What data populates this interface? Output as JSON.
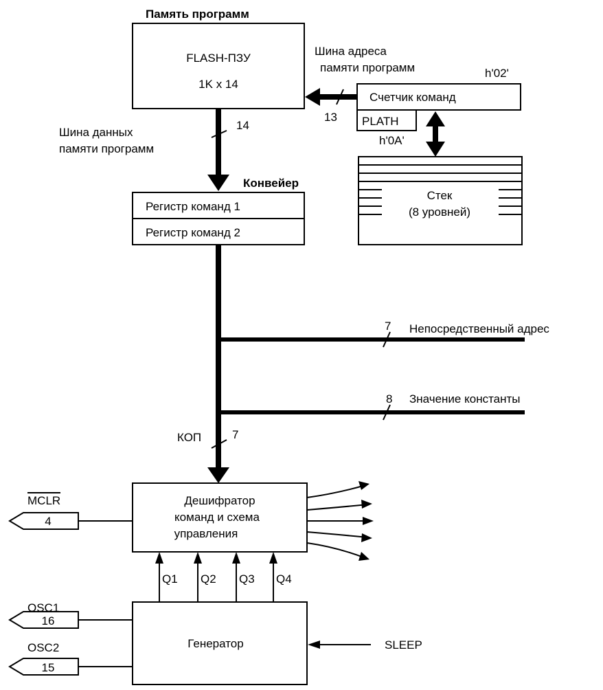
{
  "labels": {
    "program_memory_title": "Память программ",
    "flash_name": "FLASH-ПЗУ",
    "flash_size": "1K x 14",
    "addr_bus_line1": "Шина адреса",
    "addr_bus_line2": "памяти программ",
    "addr_bus_width": "13",
    "pc_reg_address": "h'02'",
    "pc_name": "Счетчик команд",
    "plath_name": "PLATH",
    "plath_address": "h'0A'",
    "stack_line1": "Стек",
    "stack_line2": "(8 уровней)",
    "data_bus_line1": "Шина данных",
    "data_bus_line2": "памяти программ",
    "data_bus_width": "14",
    "pipeline_title": "Конвейер",
    "ir1": "Регистр команд 1",
    "ir2": "Регистр команд 2",
    "direct_addr_width": "7",
    "direct_addr": "Непосредственный адрес",
    "const_width": "8",
    "const_value": "Значение константы",
    "opcode_label": "КОП",
    "opcode_width": "7",
    "decoder_line1": "Дешифратор",
    "decoder_line2": "команд и схема",
    "decoder_line3": "управления",
    "mclr_name": "MCLR",
    "mclr_pin": "4",
    "q1": "Q1",
    "q2": "Q2",
    "q3": "Q3",
    "q4": "Q4",
    "osc1_name": "OSC1",
    "osc1_pin": "16",
    "osc2_name": "OSC2",
    "osc2_pin": "15",
    "generator": "Генератор",
    "sleep": "SLEEP"
  }
}
